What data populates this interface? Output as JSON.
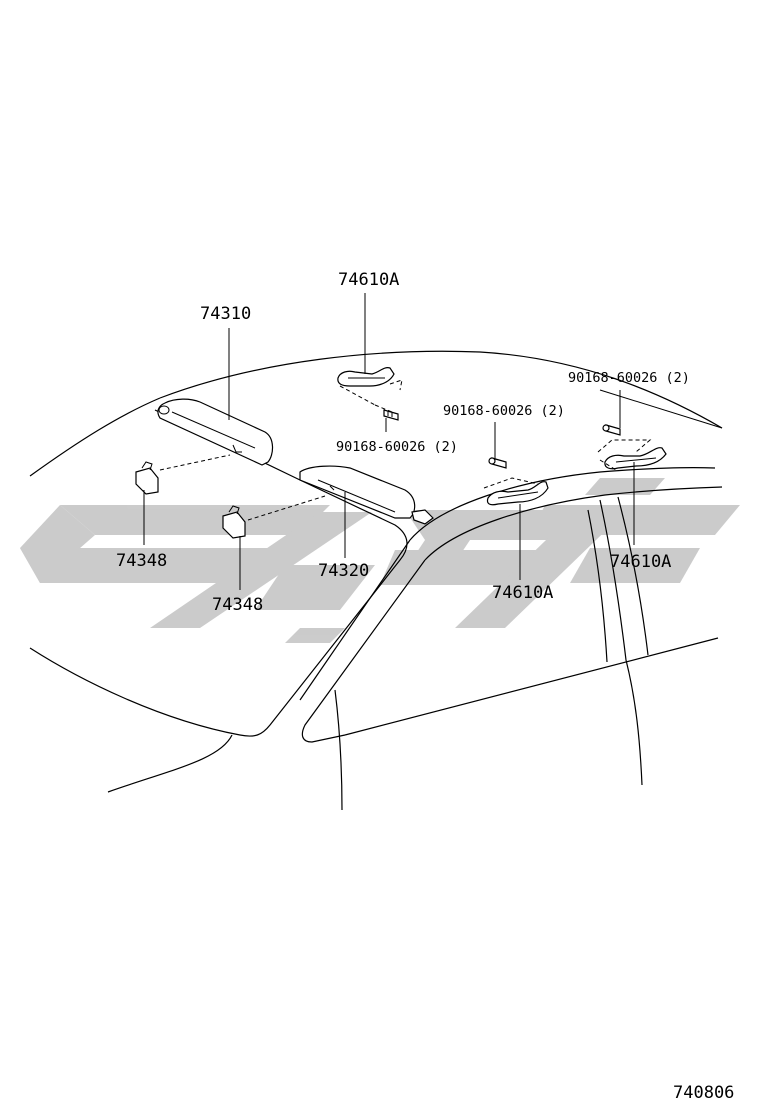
{
  "diagram_id": "740806",
  "callouts": {
    "sun_visor_lh": "74310",
    "sun_visor_rh": "74320",
    "visor_holder_1": "74348",
    "visor_holder_2": "74348",
    "assist_grip_front": "74610A",
    "assist_grip_mid": "74610A",
    "assist_grip_rear": "74610A",
    "screw_front": "90168-60026 (2)",
    "screw_mid": "90168-60026 (2)",
    "screw_rear": "90168-60026 (2)"
  },
  "watermark": {
    "color": "#c9c9c9"
  }
}
